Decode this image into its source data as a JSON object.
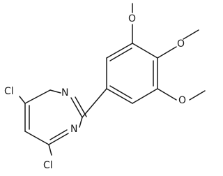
{
  "molecule": {
    "atoms": {
      "cl_top": "Cl",
      "cl_bottom": "Cl",
      "n_top": "N",
      "n_bottom": "N",
      "o_top": "O",
      "o_middle": "O",
      "o_bottom": "O"
    },
    "colors": {
      "bond": "#1a1a1a",
      "text": "#1a1a1a",
      "background": "#ffffff"
    }
  }
}
